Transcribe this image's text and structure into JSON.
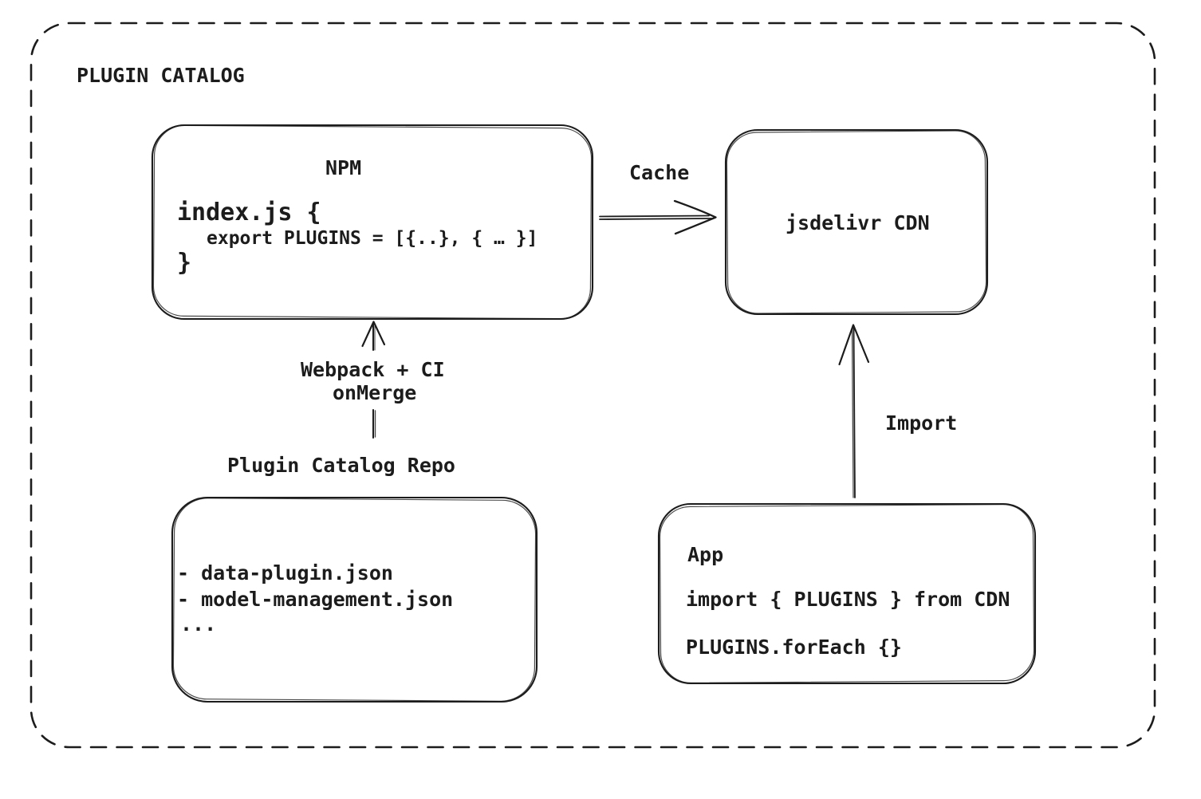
{
  "diagram": {
    "title": "PLUGIN CATALOG",
    "colors": {
      "ink": "#1c1c1c",
      "background": "#ffffff"
    },
    "nodes": {
      "npm": {
        "title": "NPM",
        "code": [
          "index.js {",
          "export PLUGINS = [{..}, { … }]",
          "}"
        ]
      },
      "cdn": {
        "title": "jsdelivr CDN"
      },
      "repo": {
        "title": "Plugin Catalog Repo",
        "files": [
          "- data-plugin.json",
          "- model-management.json",
          "..."
        ]
      },
      "app": {
        "title": "App",
        "code": [
          "import { PLUGINS } from CDN",
          "PLUGINS.forEach {}"
        ]
      }
    },
    "edges": {
      "cache": {
        "label": "Cache"
      },
      "build": {
        "label": "Webpack + CI",
        "sublabel": "onMerge"
      },
      "import": {
        "label": "Import"
      }
    }
  }
}
